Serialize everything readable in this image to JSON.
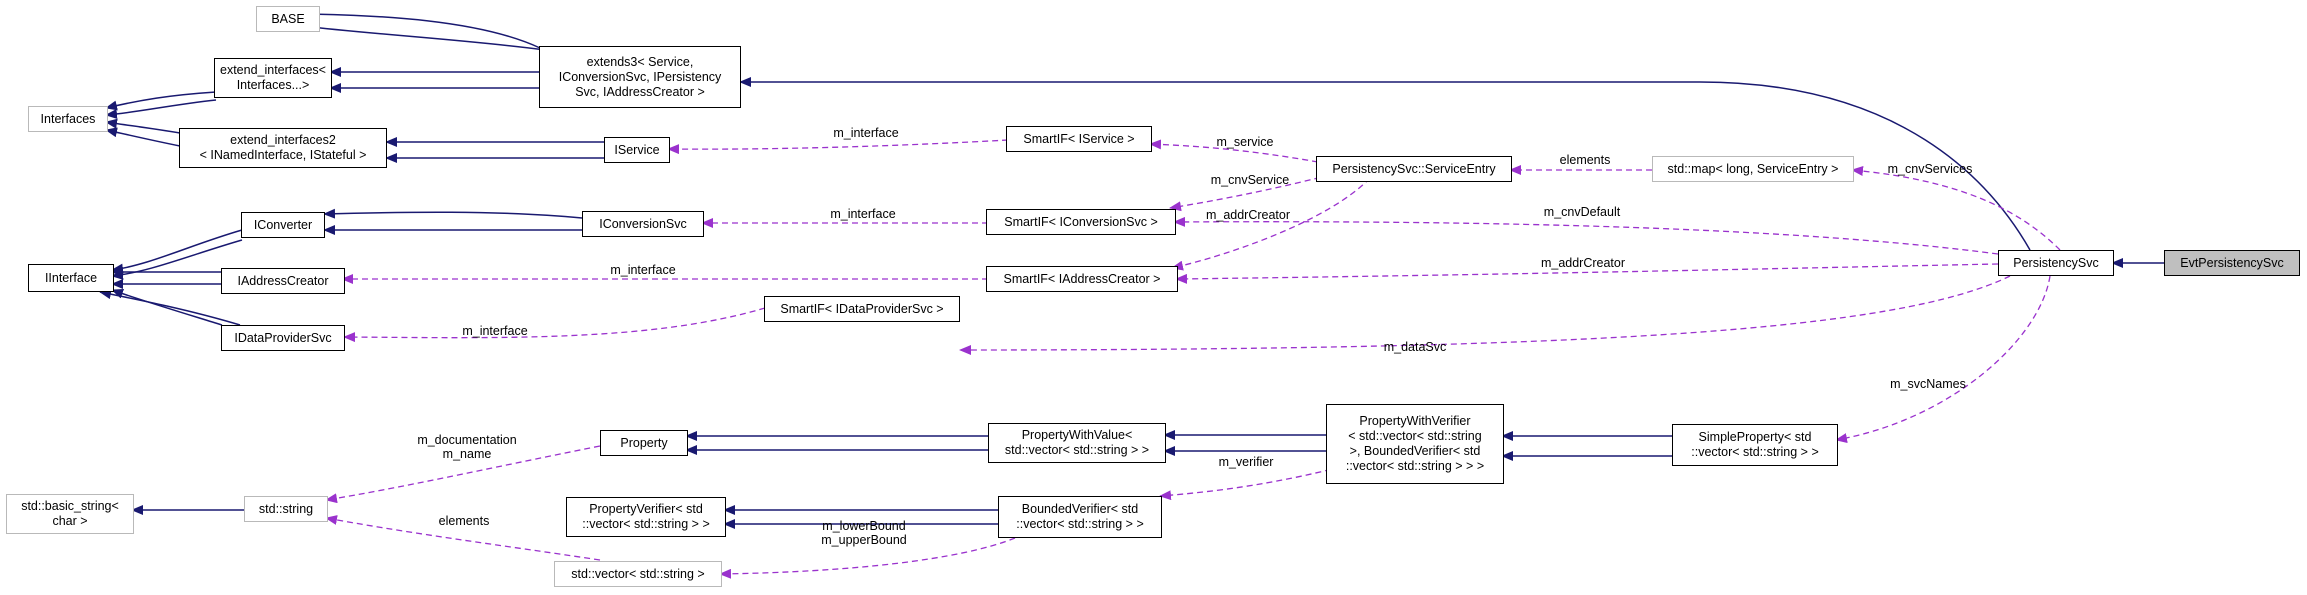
{
  "colors": {
    "inherit_edge": "#191970",
    "usage_edge": "#9a32cd",
    "node_border": "#000000",
    "external_node_border": "#b9b9b9",
    "focus_fill": "#bfbfbf"
  },
  "nodes": [
    {
      "id": "base",
      "label": "BASE",
      "style": "ext"
    },
    {
      "id": "interfaces",
      "label": "Interfaces",
      "style": "ext"
    },
    {
      "id": "extend_interfaces",
      "label": "extend_interfaces<\nInterfaces...>",
      "style": "normal"
    },
    {
      "id": "extend_interfaces2",
      "label": "extend_interfaces2\n< INamedInterface, IStateful >",
      "style": "normal"
    },
    {
      "id": "extends3",
      "label": "extends3< Service,\nIConversionSvc, IPersistency\nSvc, IAddressCreator >",
      "style": "normal"
    },
    {
      "id": "iservice",
      "label": "IService",
      "style": "normal"
    },
    {
      "id": "iinterface",
      "label": "IInterface",
      "style": "normal"
    },
    {
      "id": "iconverter",
      "label": "IConverter",
      "style": "normal"
    },
    {
      "id": "iaddresscreator",
      "label": "IAddressCreator",
      "style": "normal"
    },
    {
      "id": "idataprovidersvc",
      "label": "IDataProviderSvc",
      "style": "normal"
    },
    {
      "id": "iconversionsvc",
      "label": "IConversionSvc",
      "style": "normal"
    },
    {
      "id": "smartif_iservice",
      "label": "SmartIF< IService >",
      "style": "normal"
    },
    {
      "id": "smartif_iconversionsvc",
      "label": "SmartIF< IConversionSvc >",
      "style": "normal"
    },
    {
      "id": "smartif_iaddresscreator",
      "label": "SmartIF< IAddressCreator >",
      "style": "normal"
    },
    {
      "id": "smartif_idataprovidersvc",
      "label": "SmartIF< IDataProviderSvc >",
      "style": "normal"
    },
    {
      "id": "serviceentry",
      "label": "PersistencySvc::ServiceEntry",
      "style": "normal"
    },
    {
      "id": "std_map",
      "label": "std::map< long, ServiceEntry >",
      "style": "ext"
    },
    {
      "id": "persistencysvc",
      "label": "PersistencySvc",
      "style": "normal"
    },
    {
      "id": "evtpersistencysvc",
      "label": "EvtPersistencySvc",
      "style": "focus"
    },
    {
      "id": "property",
      "label": "Property",
      "style": "normal"
    },
    {
      "id": "propertywithvalue",
      "label": "PropertyWithValue<\nstd::vector< std::string > >",
      "style": "normal"
    },
    {
      "id": "propertywithverifier",
      "label": "PropertyWithVerifier\n< std::vector< std::string\n>, BoundedVerifier< std\n::vector< std::string > > >",
      "style": "normal"
    },
    {
      "id": "simpleproperty",
      "label": "SimpleProperty< std\n::vector< std::string > >",
      "style": "normal"
    },
    {
      "id": "propertyverifier",
      "label": "PropertyVerifier< std\n::vector< std::string > >",
      "style": "normal"
    },
    {
      "id": "boundedverifier",
      "label": "BoundedVerifier< std\n::vector< std::string > >",
      "style": "normal"
    },
    {
      "id": "basic_string",
      "label": "std::basic_string<\nchar >",
      "style": "ext"
    },
    {
      "id": "std_string",
      "label": "std::string",
      "style": "ext"
    },
    {
      "id": "std_vector",
      "label": "std::vector< std::string >",
      "style": "ext"
    }
  ],
  "edge_labels": [
    {
      "id": "lbl-m-interface-iservice",
      "text": "m_interface"
    },
    {
      "id": "lbl-m-service",
      "text": "m_service"
    },
    {
      "id": "lbl-elements-map",
      "text": "elements"
    },
    {
      "id": "lbl-m-cnvservices",
      "text": "m_cnvServices"
    },
    {
      "id": "lbl-m-cnvservice",
      "text": "m_cnvService"
    },
    {
      "id": "lbl-m-interface-conv",
      "text": "m_interface"
    },
    {
      "id": "lbl-m-addrcreator-1",
      "text": "m_addrCreator"
    },
    {
      "id": "lbl-m-cnvdefault",
      "text": "m_cnvDefault"
    },
    {
      "id": "lbl-m-interface-addr",
      "text": "m_interface"
    },
    {
      "id": "lbl-m-addrcreator-2",
      "text": "m_addrCreator"
    },
    {
      "id": "lbl-m-interface-data",
      "text": "m_interface"
    },
    {
      "id": "lbl-m-datasvc",
      "text": "m_dataSvc"
    },
    {
      "id": "lbl-m-svcnames",
      "text": "m_svcNames"
    },
    {
      "id": "lbl-m-documentation",
      "text": "m_documentation\nm_name"
    },
    {
      "id": "lbl-m-verifier",
      "text": "m_verifier"
    },
    {
      "id": "lbl-elements-vector",
      "text": "elements"
    },
    {
      "id": "lbl-m-bounds",
      "text": "m_lowerBound\nm_upperBound"
    }
  ]
}
